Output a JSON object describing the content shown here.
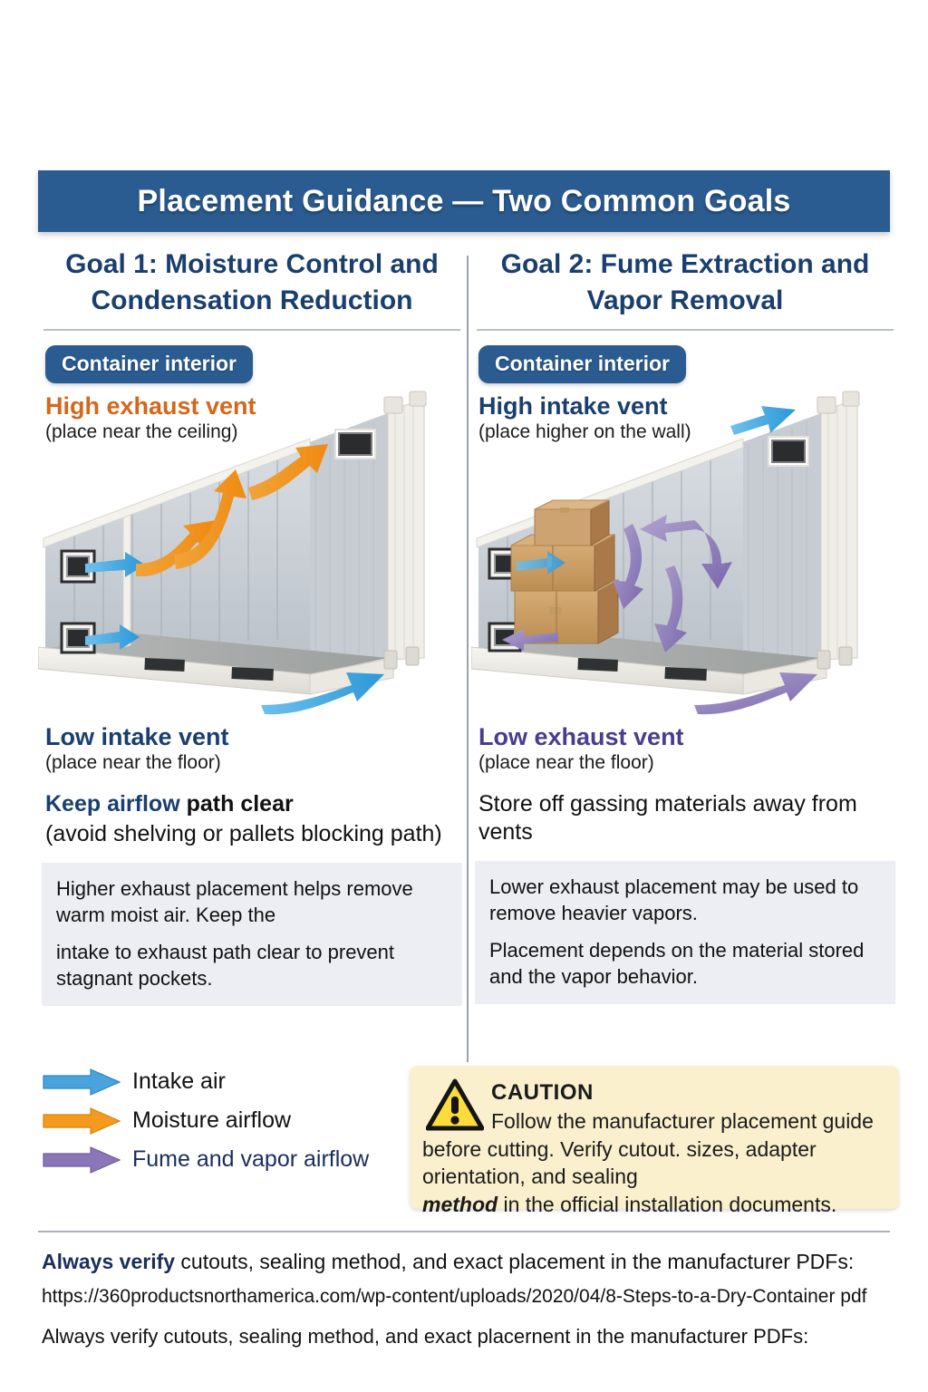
{
  "header": {
    "title": "Placement Guidance — Two Common Goals",
    "accent_color": "#2b5c91"
  },
  "columns": [
    {
      "heading": "Goal 1: Moisture Control and Condensation Reduction",
      "pill_label": "Container interior",
      "high_vent": {
        "title": "High exhaust vent",
        "subtitle": "(place near the ceiling)",
        "color": "#d4671b"
      },
      "low_vent": {
        "title": "Low intake vent",
        "subtitle": "(place near the floor)",
        "color": "#1a3f6e"
      },
      "advice_strong": "Keep airflow",
      "advice_rest": " path clear",
      "advice_sub": "(avoid shelving or pallets blocking path)",
      "note": [
        "Higher exhaust placement helps remove warm moist air. Keep the",
        "intake to exhaust path clear to prevent stagnant pockets."
      ]
    },
    {
      "heading": "Goal 2: Fume Extraction and Vapor Removal",
      "pill_label": "Container interior",
      "high_vent": {
        "title": "High intake vent",
        "subtitle": "(place higher on the wall)",
        "color": "#1a3f6e"
      },
      "low_vent": {
        "title": "Low exhaust vent",
        "subtitle": "(place near the floor)",
        "color": "#4a3d8f"
      },
      "advice_strong": "",
      "advice_rest": "Store off gassing materials away from vents",
      "advice_sub": "",
      "note": [
        "Lower exhaust placement may be used to remove heavier vapors.",
        "Placement depends on the material stored and the vapor behavior."
      ]
    }
  ],
  "legend": {
    "items": [
      {
        "label": "Intake air",
        "color": "#4aa3dd",
        "icon": "arrow-right-icon"
      },
      {
        "label": "Moisture airflow",
        "color": "#f59a1e",
        "icon": "arrow-right-icon"
      },
      {
        "label": "Fume and vapor airflow",
        "color": "#8a77b8",
        "icon": "arrow-right-icon"
      }
    ]
  },
  "caution": {
    "icon": "warning-triangle-icon",
    "title": "CAUTION",
    "body_part1": "Follow the manufacturer placement guide before cutting. Verify cutout. sizes, adapter orientation, and sealing ",
    "body_emphasis": "method",
    "body_part2": " in the official installation documents.",
    "background": "#faf0cd",
    "icon_color": "#fcdb3a"
  },
  "footer": {
    "line1_strong": "Always verify",
    "line1_rest": " cutouts, sealing method, and exact placement in the manufacturer PDFs:",
    "url": "https://360productsnorthamerica.com/wp-content/uploads/2020/04/8-Steps-to-a-Dry-Container pdf",
    "line3": "Always verify cutouts, sealing method, and exact placernent in the manufacturer PDFs:"
  }
}
